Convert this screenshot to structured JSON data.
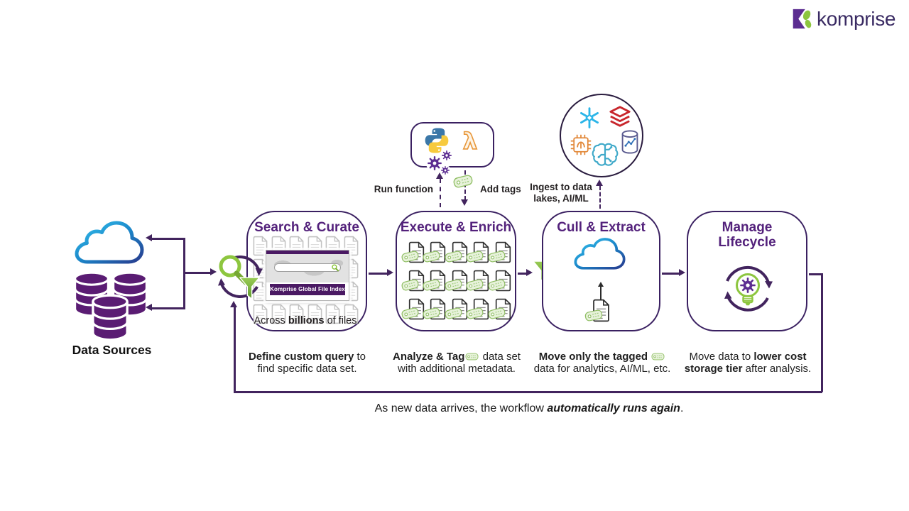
{
  "brand": {
    "name": "komprise"
  },
  "data_sources": {
    "label": "Data Sources"
  },
  "connector_labels": {
    "run_function": "Run function",
    "add_tags": "Add tags",
    "ingest_line1": "Ingest to data",
    "ingest_line2": "lakes, AI/ML"
  },
  "stages": [
    {
      "title": "Search & Curate",
      "index_banner": "Komprise Global File Index",
      "note": {
        "pre": "Across ",
        "bold": "billions",
        "post": " of files."
      },
      "caption": {
        "bold": "Define custom query",
        "rest": " to",
        "line2": "find specific data set."
      }
    },
    {
      "title": "Execute & Enrich",
      "caption": {
        "bold": "Analyze & Tag",
        "rest": " data set",
        "line2": "with additional metadata."
      }
    },
    {
      "title": "Cull & Extract",
      "caption": {
        "bold": "Move only the tagged",
        "line2": "data for analytics, AI/ML, etc."
      }
    },
    {
      "title": "Manage Lifecycle",
      "caption": {
        "pre": "Move data to ",
        "bold": "lower cost",
        "bold2": "storage tier",
        "rest": " after analysis."
      }
    }
  ],
  "footer": {
    "pre": "As new data arrives, the workflow ",
    "emphasis": "automatically runs again",
    "post": "."
  },
  "icons": {
    "brand_mark": "komprise-leaf-mark-icon",
    "cloud": "cloud-icon",
    "databases": "database-stack-icon",
    "search_cycle": "search-refresh-icon",
    "funnel": "filter-funnel-icon",
    "python": "python-icon",
    "lambda": "aws-lambda-icon",
    "gears": "gears-icon",
    "tag": "tag-icon",
    "document": "document-icon",
    "snowflake": "snowflake-icon",
    "databricks": "databricks-icon",
    "ai_chip": "ai-chip-icon",
    "brain": "brain-circuit-icon",
    "analytics_db": "database-analytics-icon",
    "lifecycle_bulb": "lightbulb-gear-recycle-icon"
  },
  "colors": {
    "line_purple": "#42245E",
    "border_purple": "#3A2061",
    "title_purple": "#53217B",
    "green": "#8DC63F",
    "db_purple": "#5A1C73",
    "banner_purple": "#4A1963",
    "cloud_blue": "#2AA9E0",
    "snowflake_blue": "#2BB5E8",
    "databricks_red": "#C8262C",
    "lambda_orange": "#E8973A"
  }
}
